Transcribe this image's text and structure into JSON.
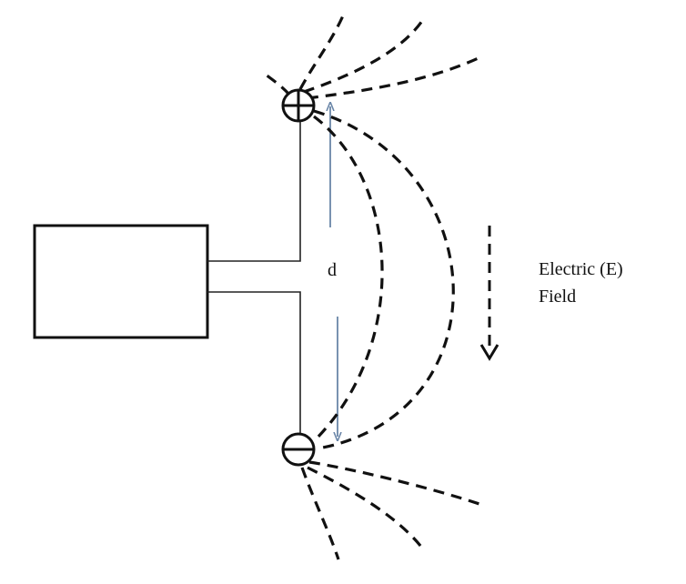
{
  "labels": {
    "distance": "d",
    "field_line1": "Electric (E)",
    "field_line2": "Field"
  },
  "charges": {
    "top": "positive",
    "bottom": "negative"
  },
  "colors": {
    "ink": "#111111",
    "distance_arrow": "#6a86a8",
    "background": "#ffffff"
  }
}
